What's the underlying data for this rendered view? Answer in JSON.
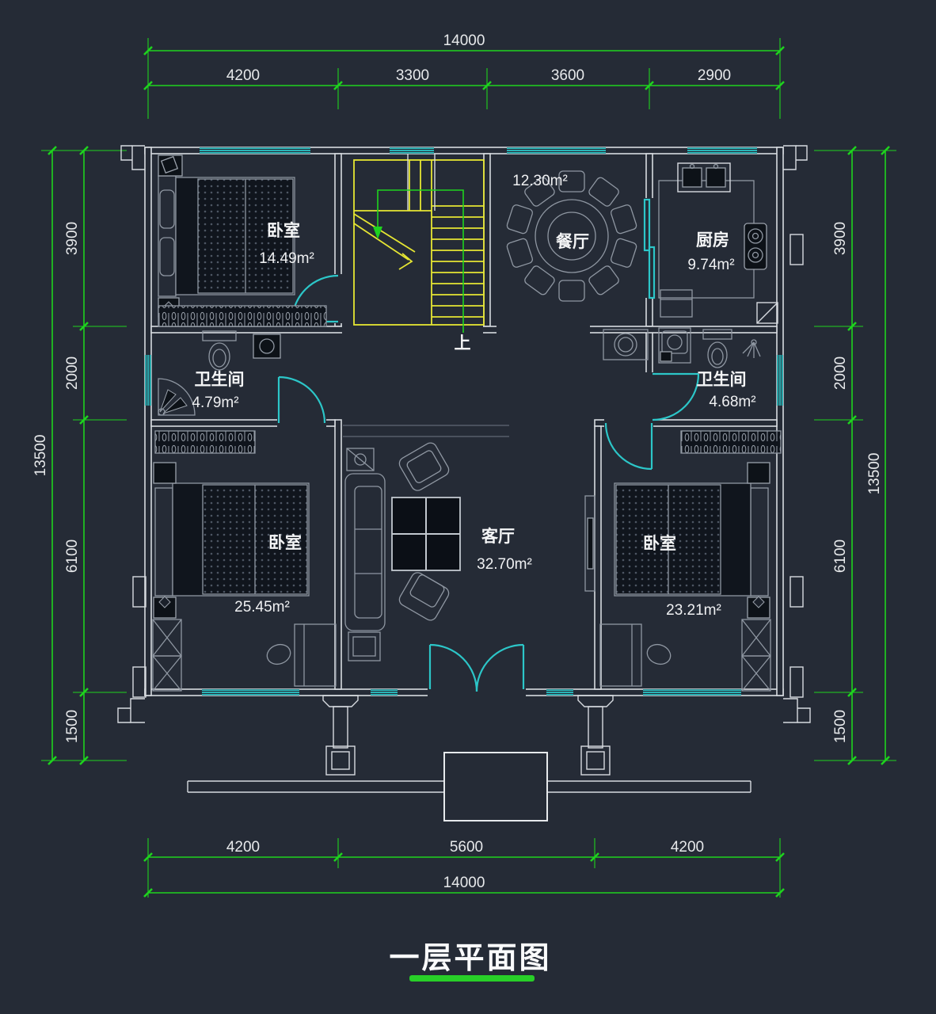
{
  "title": "一层平面图",
  "colors": {
    "background": "#252b36",
    "dimension_green": "#1ed31e",
    "wall": "#d7dbe0",
    "window_door_cyan": "#2cc6c8",
    "stairs_yellow": "#e6e633",
    "label_text": "#f4f5f6"
  },
  "dimensions": {
    "top": {
      "overall": "14000",
      "segments": [
        "4200",
        "3300",
        "3600",
        "2900"
      ]
    },
    "bottom": {
      "overall": "14000",
      "segments": [
        "4200",
        "5600",
        "4200"
      ]
    },
    "left": {
      "overall": "13500",
      "segments": [
        "3900",
        "2000",
        "6100",
        "1500"
      ]
    },
    "right": {
      "overall": "13500",
      "segments": [
        "3900",
        "2000",
        "6100",
        "1500"
      ]
    }
  },
  "rooms": {
    "bedroom_top_left": {
      "name": "卧室",
      "area": "14.49m²"
    },
    "dining": {
      "name": "餐厅",
      "area": "12.30m²"
    },
    "kitchen": {
      "name": "厨房",
      "area": "9.74m²"
    },
    "bathroom_left": {
      "name": "卫生间",
      "area": "4.79m²"
    },
    "bathroom_right": {
      "name": "卫生间",
      "area": "4.68m²"
    },
    "bedroom_bottom_left": {
      "name": "卧室",
      "area": "25.45m²"
    },
    "living": {
      "name": "客厅",
      "area": "32.70m²"
    },
    "bedroom_bottom_right": {
      "name": "卧室",
      "area": "23.21m²"
    }
  },
  "stairs": {
    "direction_label": "上"
  }
}
